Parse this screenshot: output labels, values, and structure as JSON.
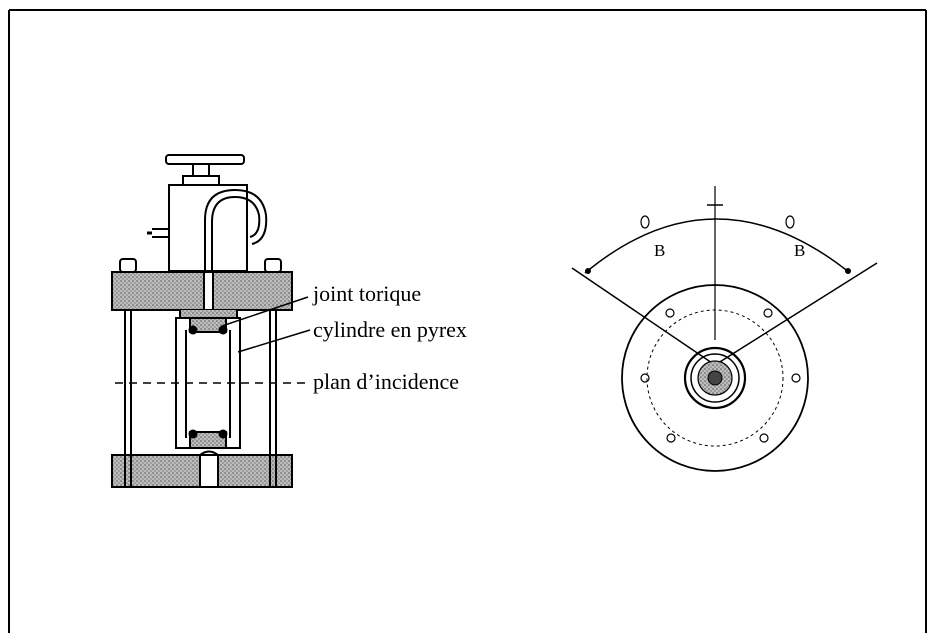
{
  "labels": {
    "joint": "joint torique",
    "cylindre": "cylindre en pyrex",
    "plan": "plan d’incidence",
    "b_left": "B",
    "b_right": "B"
  },
  "colors": {
    "line": "#000000",
    "hatch_fill": "#8a8a8a",
    "background": "#ffffff"
  }
}
